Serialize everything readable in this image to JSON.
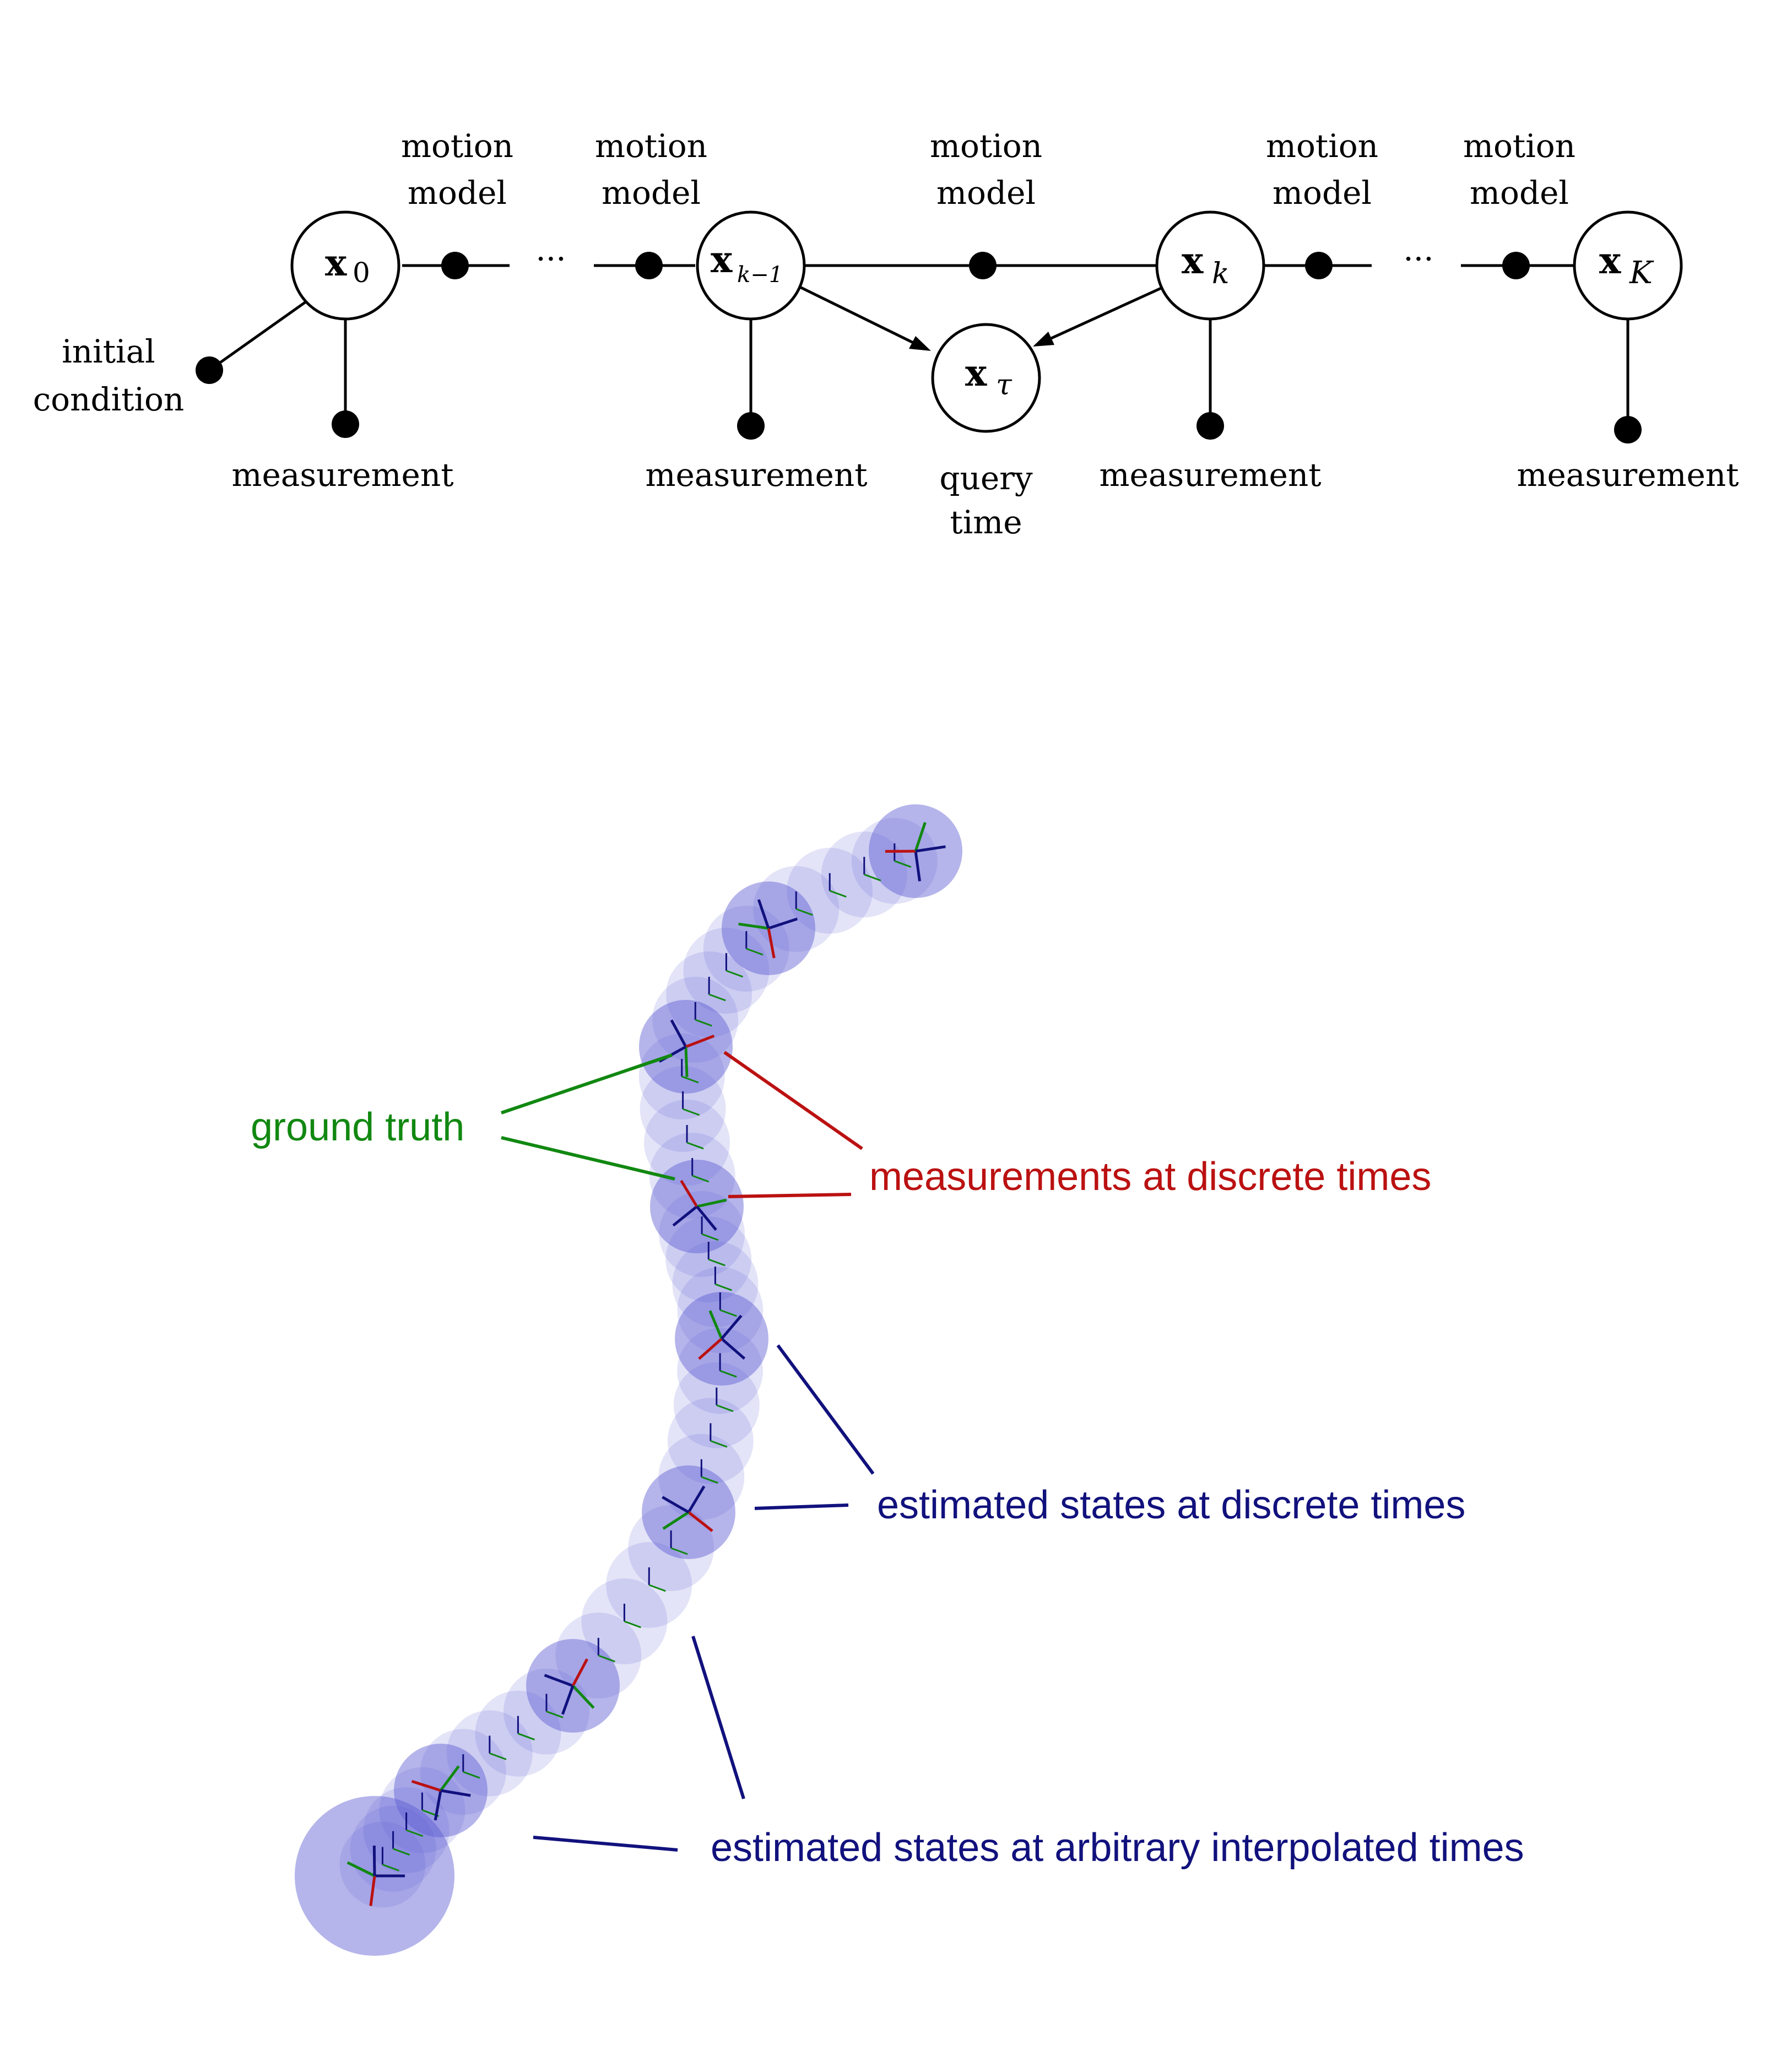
{
  "factor_graph": {
    "motion_label_line1": "motion",
    "motion_label_line2": "model",
    "measurement_label": "measurement",
    "initial_label_line1": "initial",
    "initial_label_line2": "condition",
    "query_label_line1": "query",
    "query_label_line2": "time",
    "ellipsis": "···",
    "nodes": [
      {
        "id": "x0",
        "base": "x",
        "sub": "0"
      },
      {
        "id": "xkm1",
        "base": "x",
        "sub": "k−1"
      },
      {
        "id": "xtau",
        "base": "x",
        "sub": "τ"
      },
      {
        "id": "xk",
        "base": "x",
        "sub": "k"
      },
      {
        "id": "xK",
        "base": "x",
        "sub": "K"
      }
    ]
  },
  "trajectory": {
    "ground_truth_label": "ground truth",
    "measurements_label": "measurements at discrete times",
    "estimated_discrete_label": "estimated states at discrete times",
    "estimated_interp_label": "estimated states at arbitrary interpolated times",
    "colors": {
      "ground_truth": "#118811",
      "measurement": "#bb1111",
      "estimate": "#11117d",
      "uncertainty": "#5a5ad2"
    }
  }
}
